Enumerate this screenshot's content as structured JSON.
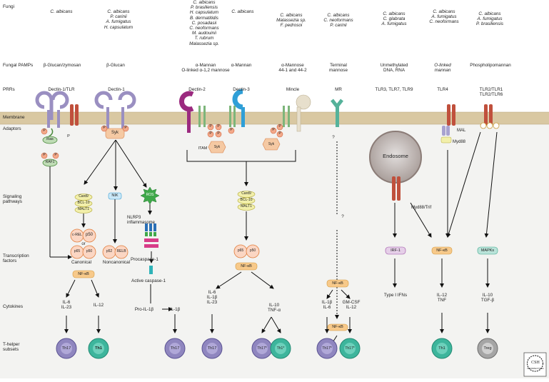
{
  "row_labels": {
    "fungi": "Fungi",
    "pamps": "Fungal PAMPs",
    "prrs": "PRRs",
    "membrane": "Membrane",
    "adaptors": "Adaptors",
    "signaling": [
      "Signaling",
      "pathways"
    ],
    "transcription": [
      "Transcription",
      "factors"
    ],
    "cytokines": "Cytokines",
    "thelper": [
      "T-helper",
      "subsets"
    ]
  },
  "fungi": {
    "col1": [
      "C. albicans"
    ],
    "col2": [
      "C. albicans",
      "P. carinii",
      "A. fumigatus",
      "H. capsulatum"
    ],
    "col3": [
      "C. albicans",
      "P. brasiliensis",
      "H. capsulatum",
      "B. dermatitidis",
      "C. posadasii",
      "C. neoformans",
      "M. audouinii",
      "T. rubrum",
      "Malassezia sp."
    ],
    "col4": [
      "C. albicans"
    ],
    "col5": [
      "C. albicans",
      "Malassezia sp.",
      "F. pedrosoi"
    ],
    "col6": [
      "C. albicans",
      "C. neoformans",
      "P. carinii"
    ],
    "col7": [
      "C. albicans",
      "C. glabrata",
      "A. fumigatus"
    ],
    "col8": [
      "C. albicans",
      "A. fumigatus",
      "C. neoformans"
    ],
    "col9": [
      "C. albicans",
      "A. fumigatus",
      "P. brasiliensis"
    ]
  },
  "pamps": {
    "col1": [
      "β-Glucan/zymosan"
    ],
    "col2": [
      "β-Glucan"
    ],
    "col3": [
      "α-Mannan",
      "O-linked α-1,2 mannose"
    ],
    "col4": [
      "α-Mannan"
    ],
    "col5": [
      "α-Mannose",
      "44-1 and 44-2"
    ],
    "col6": [
      "Terminal",
      "mannose"
    ],
    "col7": [
      "Unmethylated",
      "DNA, RNA"
    ],
    "col8": [
      "O-linked",
      "mannan"
    ],
    "col9": [
      "Phospholipomannan"
    ]
  },
  "prrs": {
    "col1": "Dectin-1/TLR",
    "col2": "Dectin-1",
    "col3": "Dectin-2",
    "col4": "Dectin-3",
    "col5": "Mincle",
    "col6": "MR",
    "col7": "TLR3, TLR7, TLR9",
    "col8": "TLR4",
    "col9a": "TLR2/TLR1",
    "col9b": "TLR2/TLR6"
  },
  "molecules": {
    "ras": "Ras",
    "raf1": "RAF1",
    "syk": "Syk",
    "p": "P",
    "itam": "ITAM",
    "card9": "Card9",
    "bcl10": "BCL-10",
    "malt1": "MALT1",
    "nik": "NIK",
    "ros": "ROS",
    "nlrp3": [
      "NLRP3",
      "inflammasome"
    ],
    "procaspase": "Procaspase-1",
    "active_caspase": "Active caspase-1",
    "crel": "c-REL",
    "p50": "p50",
    "or": "or",
    "p65": "p65",
    "p52": "p52",
    "relb": "RELB",
    "canonical": "Canonical",
    "noncanonical": "Noncanonical",
    "nfkb": "NF-κB",
    "endosome": "Endosome",
    "mal": "MAL",
    "myd88": "Myd88",
    "myd88trif": "Myd88/Trif",
    "irf1": "IRF-1",
    "mapks": "MAPKs",
    "question": "?"
  },
  "cytokines": {
    "c1": [
      "IL-6",
      "IL-23"
    ],
    "c2": [
      "IL-12"
    ],
    "c3": "Pro-IL-1β",
    "c4": "IL-1β",
    "c5": [
      "IL-6",
      "IL-1β",
      "IL-23"
    ],
    "c6": [
      "IL-10",
      "TNF-α"
    ],
    "c7": [
      "IL-1β",
      "IL-6"
    ],
    "c8": [
      "GM-CSF",
      "IL-12"
    ],
    "c9": "Type I IFNs",
    "c10": [
      "IL-12",
      "TNF"
    ],
    "c11": [
      "IL-10",
      "TGF-β"
    ]
  },
  "thelper": {
    "th17": "Th17",
    "th1": "Th1",
    "th17_star": "Th17*",
    "th1_star": "Th1*",
    "treg": "Treg"
  },
  "logo": {
    "line1": "CSH",
    "line2": "PERSPECTIVES"
  },
  "colors": {
    "membrane": "#d9c8a2",
    "cytoplasm": "#f3f3f1",
    "dectin": "#9a8fc1",
    "tlr": "#c0503c",
    "dectin2": "#9b2a7f",
    "dectin3": "#2f9fd7",
    "mincle": "#d9d2c0",
    "mr": "#55b29a",
    "th17": "#8f86bf",
    "th1": "#3db59c",
    "treg": "#a5a5a5",
    "nfkb": "#f7c98a",
    "orange_outline": "#e07b39"
  }
}
